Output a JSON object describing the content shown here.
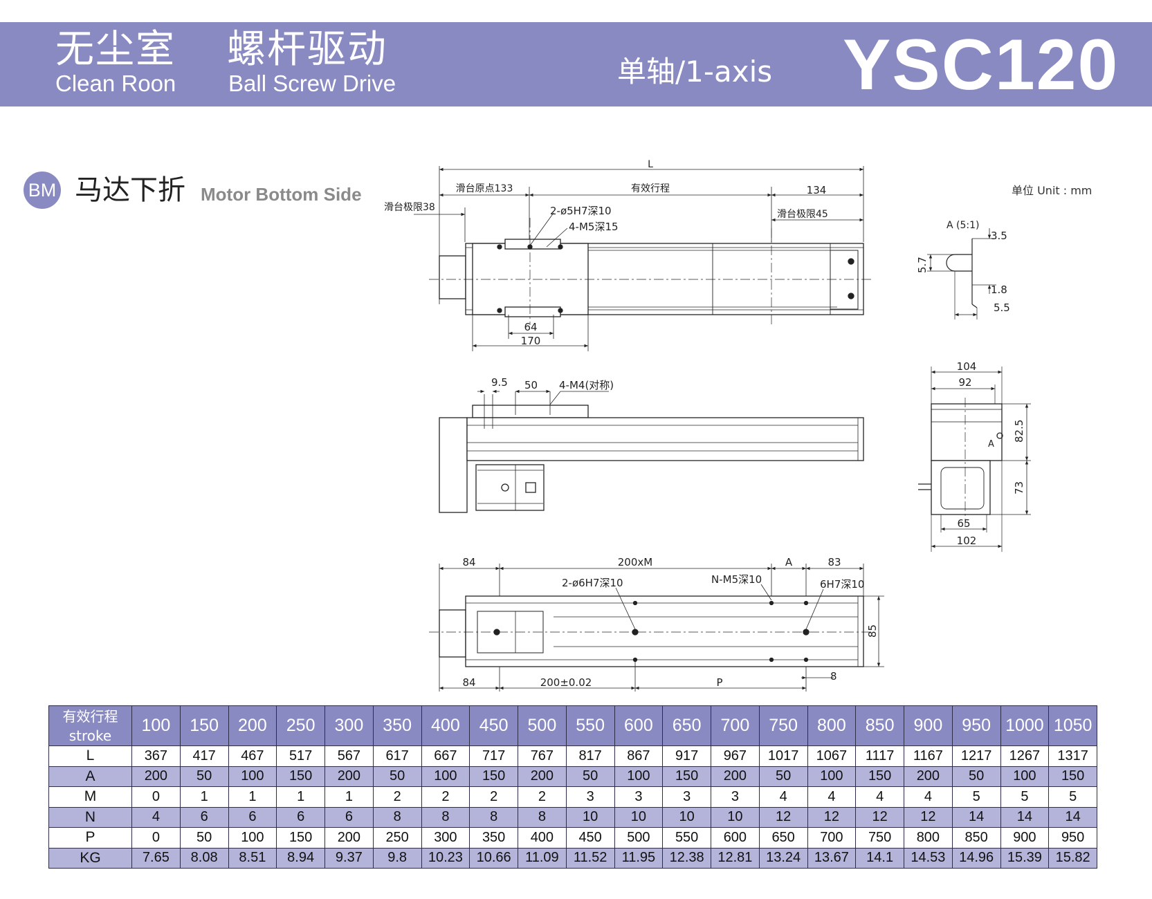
{
  "header": {
    "cleanroom_cn": "无尘室",
    "cleanroom_en": "Clean Roon",
    "drive_cn": "螺杆驱动",
    "drive_en": "Ball Screw Drive",
    "axis": "单轴/1-axis",
    "model": "YSC120"
  },
  "section": {
    "badge": "BM",
    "title_cn": "马达下折",
    "title_en": "Motor Bottom Side"
  },
  "unit": "单位 Unit : mm",
  "colors": {
    "band": "#8a8ac3",
    "row_alt": "#b4b4da"
  },
  "drawing_labels": {
    "top_view": {
      "L": "L",
      "slider_origin": "滑台原点133",
      "effective_stroke": "有效行程",
      "right_134": "134",
      "slider_limit_38": "滑台极限38",
      "slider_limit_45": "滑台极限45",
      "pin_holes": "2-ø5H7深10",
      "screw_holes": "4-M5深15",
      "dim_64": "64",
      "dim_170": "170"
    },
    "detail_a": {
      "title": "A (5:1)",
      "dim_3_5": "3.5",
      "dim_5_7": "5.7",
      "dim_1_8": "1.8",
      "dim_5_5": "5.5"
    },
    "side_view": {
      "dim_9_5": "9.5",
      "dim_50": "50",
      "holes": "4-M4(对称)"
    },
    "end_view": {
      "dim_104": "104",
      "dim_92": "92",
      "dim_82_5": "82.5",
      "dim_73": "73",
      "dim_65": "65",
      "dim_102": "102",
      "mark_a": "A"
    },
    "bottom_view": {
      "dim_84_top": "84",
      "pitch": "200xM",
      "dim_a": "A",
      "dim_83": "83",
      "pin_holes": "2-ø6H7深10",
      "n_holes": "N-M5深10",
      "pin_hole_6h7": "6H7深10",
      "dim_85": "85",
      "dim_84_bottom": "84",
      "pitch_tol": "200±0.02",
      "dim_p": "P",
      "dim_8": "8"
    }
  },
  "table": {
    "header_cn": "有效行程",
    "header_en": "stroke",
    "strokes": [
      "100",
      "150",
      "200",
      "250",
      "300",
      "350",
      "400",
      "450",
      "500",
      "550",
      "600",
      "650",
      "700",
      "750",
      "800",
      "850",
      "900",
      "950",
      "1000",
      "1050"
    ],
    "rows": [
      {
        "label": "L",
        "values": [
          "367",
          "417",
          "467",
          "517",
          "567",
          "617",
          "667",
          "717",
          "767",
          "817",
          "867",
          "917",
          "967",
          "1017",
          "1067",
          "1117",
          "1167",
          "1217",
          "1267",
          "1317"
        ]
      },
      {
        "label": "A",
        "values": [
          "200",
          "50",
          "100",
          "150",
          "200",
          "50",
          "100",
          "150",
          "200",
          "50",
          "100",
          "150",
          "200",
          "50",
          "100",
          "150",
          "200",
          "50",
          "100",
          "150"
        ]
      },
      {
        "label": "M",
        "values": [
          "0",
          "1",
          "1",
          "1",
          "1",
          "2",
          "2",
          "2",
          "2",
          "3",
          "3",
          "3",
          "3",
          "4",
          "4",
          "4",
          "4",
          "5",
          "5",
          "5"
        ]
      },
      {
        "label": "N",
        "values": [
          "4",
          "6",
          "6",
          "6",
          "6",
          "8",
          "8",
          "8",
          "8",
          "10",
          "10",
          "10",
          "10",
          "12",
          "12",
          "12",
          "12",
          "14",
          "14",
          "14"
        ]
      },
      {
        "label": "P",
        "values": [
          "0",
          "50",
          "100",
          "150",
          "200",
          "250",
          "300",
          "350",
          "400",
          "450",
          "500",
          "550",
          "600",
          "650",
          "700",
          "750",
          "800",
          "850",
          "900",
          "950"
        ]
      },
      {
        "label": "KG",
        "values": [
          "7.65",
          "8.08",
          "8.51",
          "8.94",
          "9.37",
          "9.8",
          "10.23",
          "10.66",
          "11.09",
          "11.52",
          "11.95",
          "12.38",
          "12.81",
          "13.24",
          "13.67",
          "14.1",
          "14.53",
          "14.96",
          "15.39",
          "15.82"
        ]
      }
    ]
  }
}
